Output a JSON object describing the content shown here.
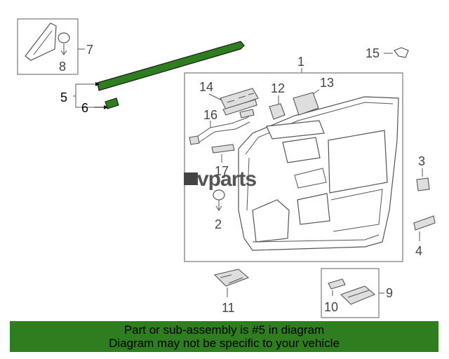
{
  "callouts": {
    "c1": "1",
    "c2": "2",
    "c3": "3",
    "c4": "4",
    "c5": "5",
    "c6": "6",
    "c7": "7",
    "c8": "8",
    "c9": "9",
    "c10": "10",
    "c11": "11",
    "c12": "12",
    "c13": "13",
    "c14": "14",
    "c15": "15",
    "c16": "16",
    "c17": "17"
  },
  "watermark": {
    "brand": "vparts"
  },
  "banner": {
    "line1": "Part or sub-assembly is #5 in diagram",
    "line2": "Diagram may not be specific to your vehicle"
  },
  "colors": {
    "highlight_part": "#2e7d1e",
    "banner_bg": "#2e7d1e"
  }
}
